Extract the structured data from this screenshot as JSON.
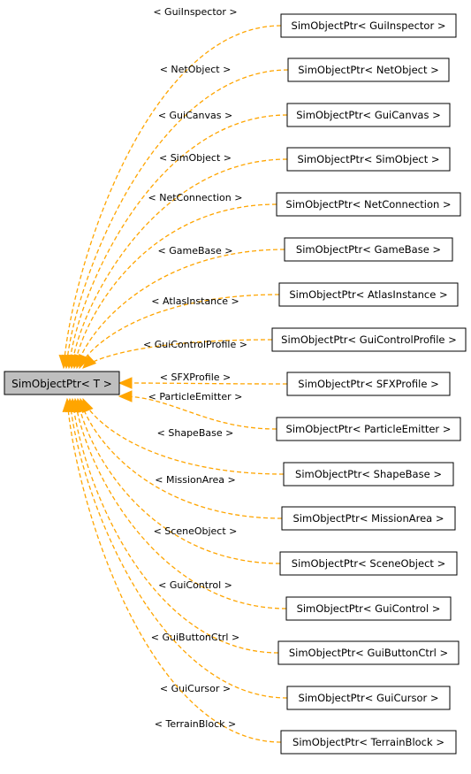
{
  "colors": {
    "edge": "#ffa500",
    "base_fill": "#bfbfbf",
    "node_fill": "#ffffff",
    "border": "#000000",
    "text": "#000000"
  },
  "base": {
    "label": "SimObjectPtr< T >"
  },
  "instantiations": [
    {
      "edge_label": "< GuiInspector >",
      "node_label": "SimObjectPtr< GuiInspector >"
    },
    {
      "edge_label": "< NetObject >",
      "node_label": "SimObjectPtr< NetObject >"
    },
    {
      "edge_label": "< GuiCanvas >",
      "node_label": "SimObjectPtr< GuiCanvas >"
    },
    {
      "edge_label": "< SimObject >",
      "node_label": "SimObjectPtr< SimObject >"
    },
    {
      "edge_label": "< NetConnection >",
      "node_label": "SimObjectPtr< NetConnection >"
    },
    {
      "edge_label": "< GameBase >",
      "node_label": "SimObjectPtr< GameBase >"
    },
    {
      "edge_label": "< AtlasInstance >",
      "node_label": "SimObjectPtr< AtlasInstance >"
    },
    {
      "edge_label": "< GuiControlProfile >",
      "node_label": "SimObjectPtr< GuiControlProfile >"
    },
    {
      "edge_label": "< SFXProfile >",
      "node_label": "SimObjectPtr< SFXProfile >"
    },
    {
      "edge_label": "< ParticleEmitter >",
      "node_label": "SimObjectPtr< ParticleEmitter >"
    },
    {
      "edge_label": "< ShapeBase >",
      "node_label": "SimObjectPtr< ShapeBase >"
    },
    {
      "edge_label": "< MissionArea >",
      "node_label": "SimObjectPtr< MissionArea >"
    },
    {
      "edge_label": "< SceneObject >",
      "node_label": "SimObjectPtr< SceneObject >"
    },
    {
      "edge_label": "< GuiControl >",
      "node_label": "SimObjectPtr< GuiControl >"
    },
    {
      "edge_label": "< GuiButtonCtrl >",
      "node_label": "SimObjectPtr< GuiButtonCtrl >"
    },
    {
      "edge_label": "< GuiCursor >",
      "node_label": "SimObjectPtr< GuiCursor >"
    },
    {
      "edge_label": "< TerrainBlock >",
      "node_label": "SimObjectPtr< TerrainBlock >"
    }
  ]
}
